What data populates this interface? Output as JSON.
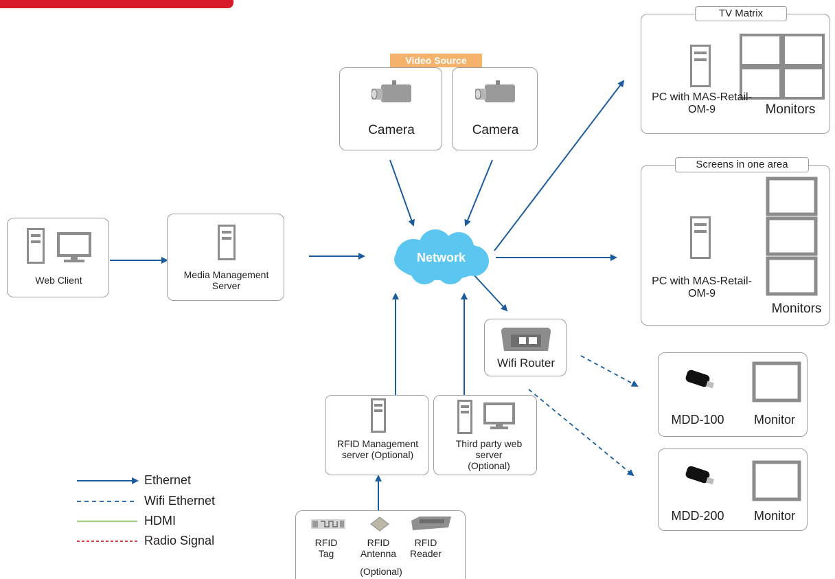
{
  "header": {
    "brand_color": "#d7192a"
  },
  "video_source": {
    "label": "Video Source",
    "color": "#f4b26b"
  },
  "cameras": [
    {
      "label": "Camera"
    },
    {
      "label": "Camera"
    }
  ],
  "web_client": {
    "label": "Web Client"
  },
  "media_server": {
    "label": "Media Management Server"
  },
  "network": {
    "label": "Network",
    "color": "#5bc6ef"
  },
  "tv_matrix": {
    "tab": "TV Matrix",
    "pc_label": "PC with MAS-Retail-OM-9",
    "monitors_label": "Monitors"
  },
  "screens_area": {
    "tab": "Screens in one area",
    "pc_label": "PC with MAS-Retail-OM-9",
    "monitors_label": "Monitors"
  },
  "wifi_router": {
    "label": "Wifi Router"
  },
  "mdd100": {
    "device": "MDD-100",
    "monitor": "Monitor"
  },
  "mdd200": {
    "device": "MDD-200",
    "monitor": "Monitor"
  },
  "rfid_server": {
    "label": "RFID Management server (Optional)"
  },
  "third_party": {
    "label": "Third party web server (Optional)"
  },
  "rfid_group": {
    "tag": "RFID Tag",
    "antenna": "RFID Antenna",
    "reader": "RFID Reader",
    "optional": "(Optional)"
  },
  "legend": {
    "ethernet": "Ethernet",
    "wifi": "Wifi Ethernet",
    "hdmi": "HDMI",
    "radio": "Radio Signal"
  },
  "colors": {
    "ethernet": "#1a5c9e",
    "hdmi": "#a8d08d",
    "radio": "#c0272d",
    "border": "#9e9e9e",
    "device_gray": "#8c8c8c"
  }
}
